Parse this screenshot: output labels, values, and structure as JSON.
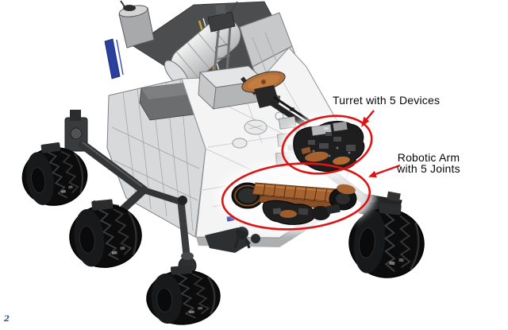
{
  "annotations": {
    "turret_label": "Turret with 5 Devices",
    "arm_label_line1": "Robotic Arm",
    "arm_label_line2": "with 5 Joints",
    "accent_color": "#dd1414"
  },
  "page": {
    "corner_mark": "2"
  },
  "illustration": {
    "subject": "mars-rover-cad-render",
    "colors": {
      "background": "#ffffff",
      "wheels": "#0c0c0d",
      "body_light": "#f4f4f4",
      "panel_gray": "#d7d9da",
      "deck_dark": "#4b4d4f",
      "arm_copper": "#a6622f",
      "turret_dark": "#1e1e1f",
      "hga_copper": "#b5713a",
      "blue_accent": "#2a3f9f",
      "yellow_accent": "#c6a43e"
    }
  }
}
